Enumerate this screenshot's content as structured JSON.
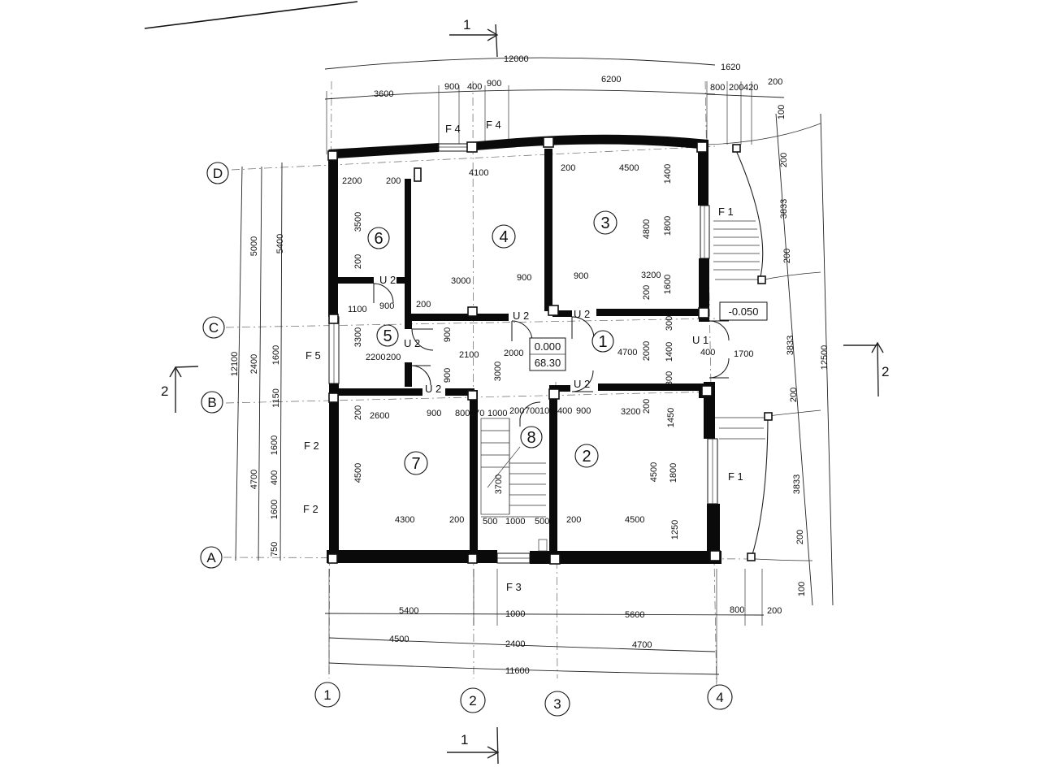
{
  "section_marks": {
    "s1": "1",
    "s2": "2"
  },
  "axes": {
    "a1": "1",
    "a2": "2",
    "a3": "3",
    "a4": "4",
    "aA": "A",
    "aB": "B",
    "aC": "C",
    "aD": "D"
  },
  "rooms": {
    "r1": "1",
    "r2": "2",
    "r3": "3",
    "r4": "4",
    "r5": "5",
    "r6": "6",
    "r7": "7",
    "r8": "8"
  },
  "levels": {
    "floor": "0.000",
    "area": "68.30",
    "outside": "-0.050"
  },
  "labels": {
    "f4": "F 4",
    "f1": "F 1",
    "f5": "F 5",
    "f2": "F 2",
    "f3": "F 3",
    "u2": "U 2",
    "u1": "U 1"
  },
  "dims": {
    "overall_w": "12000",
    "w_total": "11600",
    "h_total": "12100",
    "h_right": "12500",
    "d_5400": "5400",
    "d_1000": "1000",
    "d_5600": "5600",
    "d_800": "800",
    "d_200": "200",
    "d_4500": "4500",
    "d_2400": "2400",
    "d_4700": "4700",
    "d_3600": "3600",
    "d_900": "900",
    "d_400": "400",
    "d_6200": "6200",
    "d_1620": "1620",
    "d_420": "420",
    "d_100": "100",
    "d_5000": "5000",
    "d_1600": "1600",
    "d_1150": "1150",
    "d_750": "750",
    "d_3833": "3833",
    "d_2200": "2200",
    "d_4100": "4100",
    "d_3500": "3500",
    "d_3000": "3000",
    "d_1400": "1400",
    "d_1800": "1800",
    "d_4800": "4800",
    "d_3200": "3200",
    "d_1100": "1100",
    "d_3300": "3300",
    "d_2100": "2100",
    "d_2000": "2000",
    "d_300": "300",
    "d_1700": "1700",
    "d_2600": "2600",
    "d_3700": "3700",
    "d_4300": "4300",
    "d_500": "500",
    "d_1450": "1450",
    "d_1250": "1250",
    "d_700": "700",
    "d_10": "10",
    "d_270": "270"
  }
}
